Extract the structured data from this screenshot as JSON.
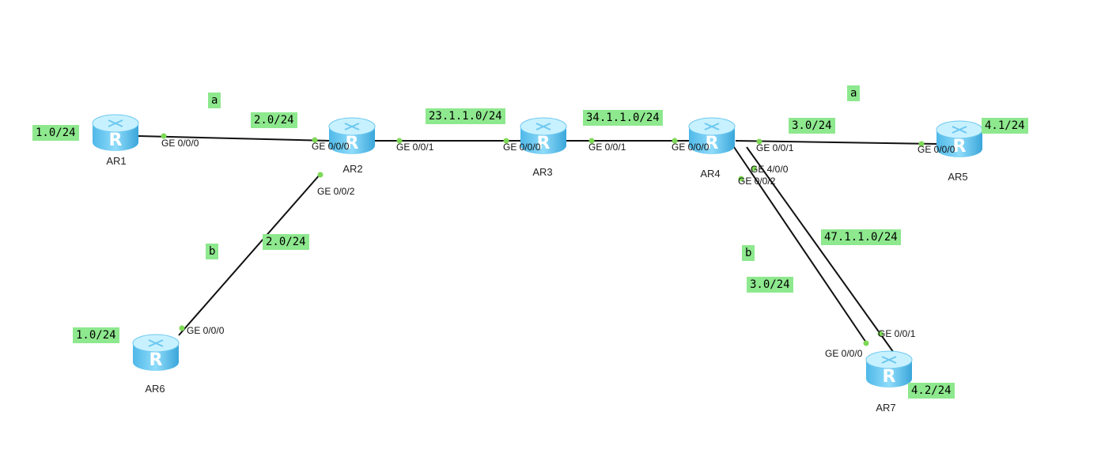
{
  "colors": {
    "label_bg": "#8ee88e",
    "link": "#111111",
    "port_dot": "#7ed957",
    "router_top": "#bfeeff",
    "router_body": "#6cc8f0",
    "router_dark": "#3aa6da"
  },
  "routers": [
    {
      "id": "AR1",
      "name": "AR1",
      "icon": "router-icon"
    },
    {
      "id": "AR2",
      "name": "AR2",
      "icon": "router-icon"
    },
    {
      "id": "AR3",
      "name": "AR3",
      "icon": "router-icon"
    },
    {
      "id": "AR4",
      "name": "AR4",
      "icon": "router-icon"
    },
    {
      "id": "AR5",
      "name": "AR5",
      "icon": "router-icon"
    },
    {
      "id": "AR6",
      "name": "AR6",
      "icon": "router-icon"
    },
    {
      "id": "AR7",
      "name": "AR7",
      "icon": "router-icon"
    }
  ],
  "ports": {
    "ar1_g000": "GE 0/0/0",
    "ar2_g000": "GE 0/0/0",
    "ar2_g001": "GE 0/0/1",
    "ar2_g002": "GE 0/0/2",
    "ar3_g000": "GE 0/0/0",
    "ar3_g001": "GE 0/0/1",
    "ar4_g000": "GE 0/0/0",
    "ar4_g001": "GE 0/0/1",
    "ar4_g400": "GE 4/0/0",
    "ar4_g002": "GE 0/0/2",
    "ar5_g000": "GE 0/0/0",
    "ar6_g000": "GE 0/0/0",
    "ar7_g000": "GE 0/0/0",
    "ar7_g001": "GE 0/0/1"
  },
  "labels": {
    "ar1_net": "1.0/24",
    "a_top_left": "a",
    "ar2_net_top": "2.0/24",
    "net_23": "23.1.1.0/24",
    "net_34": "34.1.1.0/24",
    "ar4_net_top": "3.0/24",
    "a_top_right": "a",
    "ar5_net": "4.1/24",
    "b_left": "b",
    "ar2_net_bottom": "2.0/24",
    "ar6_net": "1.0/24",
    "b_right": "b",
    "ar4_net_bottom": "3.0/24",
    "net_47": "47.1.1.0/24",
    "ar7_net": "4.2/24"
  }
}
